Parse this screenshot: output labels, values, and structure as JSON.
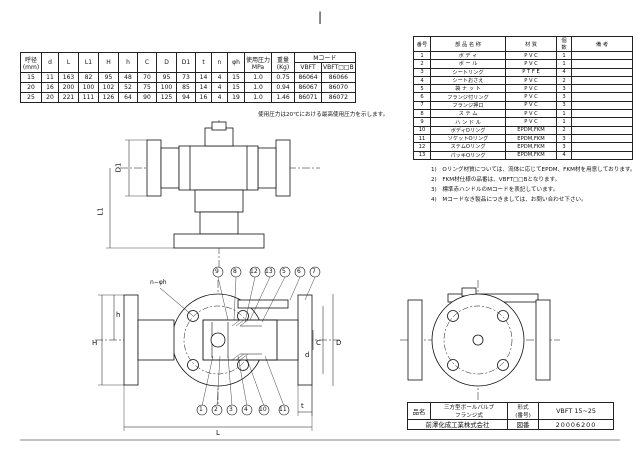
{
  "dimension_table": {
    "headers": [
      "呼径\n(mm)",
      "d",
      "L",
      "L1",
      "H",
      "h",
      "C",
      "D",
      "D1",
      "t",
      "n",
      "φh",
      "使用圧力\nMPa",
      "重量\n(Kg)"
    ],
    "mcode_header": "Mコード",
    "mcode_sub": [
      "VBFT",
      "VBFT□□B"
    ],
    "rows": [
      [
        "15",
        "11",
        "163",
        "82",
        "95",
        "48",
        "70",
        "95",
        "73",
        "14",
        "4",
        "15",
        "1.0",
        "0.75",
        "86064",
        "86066"
      ],
      [
        "20",
        "16",
        "200",
        "100",
        "102",
        "52",
        "75",
        "100",
        "85",
        "14",
        "4",
        "15",
        "1.0",
        "0.94",
        "86067",
        "86070"
      ],
      [
        "25",
        "20",
        "221",
        "111",
        "126",
        "64",
        "90",
        "125",
        "94",
        "16",
        "4",
        "19",
        "1.0",
        "1.46",
        "86071",
        "86072"
      ]
    ],
    "note": "使用圧力は20℃における最高使用圧力を示します。"
  },
  "parts_table": {
    "headers": [
      "番号",
      "部 品 名 称",
      "材 質",
      "個 数",
      "備 考"
    ],
    "rows": [
      [
        "1",
        "ボ デ ィ",
        "P V C",
        "1",
        ""
      ],
      [
        "2",
        "ボ ー ル",
        "P V C",
        "1",
        ""
      ],
      [
        "3",
        "シートリング",
        "P T F E",
        "4",
        ""
      ],
      [
        "4",
        "シートおさえ",
        "P V C",
        "2",
        ""
      ],
      [
        "5",
        "袋 ナ ッ ト",
        "P V C",
        "3",
        ""
      ],
      [
        "6",
        "フランジ付リング",
        "P V C",
        "3",
        ""
      ],
      [
        "7",
        "フランジ押口",
        "P V C",
        "3",
        ""
      ],
      [
        "8",
        "ス テ ム",
        "P V C",
        "1",
        ""
      ],
      [
        "9",
        "ハ ン ド ル",
        "P V C",
        "1",
        ""
      ],
      [
        "10",
        "ボディOリング",
        "EPDM,FKM",
        "2",
        ""
      ],
      [
        "11",
        "ソケットOリング",
        "EPDM,FKM",
        "3",
        ""
      ],
      [
        "12",
        "ステムOリング",
        "EPDM,FKM",
        "3",
        ""
      ],
      [
        "13",
        "パッキOリング",
        "EPDM,FKM",
        "4",
        ""
      ]
    ]
  },
  "notes": [
    "1)　Oリング材質については、流体に応じてEPDM、FKM材を用意しております。",
    "2)　FKM材仕様の品番は、VBFT□□Bとなります。",
    "3)　標準赤ハンドルのMコードを表記しています。",
    "4)　Mコードなき製品につきましては、お問い合わせ下さい。"
  ],
  "drawing": {
    "top_mark": "|",
    "labels": {
      "D1": "D1",
      "L1": "L1",
      "n_phi_h": "n−φh",
      "h": "h",
      "H": "H",
      "C": "C",
      "D": "D",
      "d": "d",
      "L": "L",
      "t": "t"
    },
    "callouts_top": [
      "9",
      "8",
      "12",
      "13",
      "5",
      "6",
      "7"
    ],
    "callouts_bottom": [
      "1",
      "2",
      "3",
      "4",
      "10",
      "11"
    ]
  },
  "title_block": {
    "name_label": "品名",
    "name_value": "三方型ボールバルブ\nフランジ式",
    "model_label": "形式\n(番号)",
    "model_value": "VBFT 15~25",
    "company": "前澤化成工業株式会社",
    "ref_label": "図番",
    "ref_value": "20006200"
  }
}
